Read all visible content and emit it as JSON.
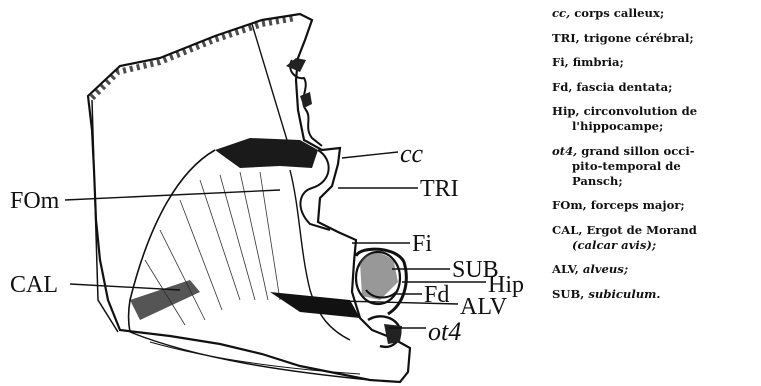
{
  "figure": {
    "labels": {
      "cc": "cc",
      "tri": "TRI",
      "fom": "FOm",
      "fi": "Fi",
      "sub": "SUB",
      "hip": "Hip",
      "cal": "CAL",
      "fd": "Fd",
      "alv": "ALV",
      "ot4": "ot4"
    }
  },
  "legend": {
    "items": [
      {
        "abbr": "cc,",
        "text": "corps calleux;"
      },
      {
        "abbr": "TRI,",
        "text": "trigone cérébral;"
      },
      {
        "abbr": "Fi,",
        "text": "fimbria;"
      },
      {
        "abbr": "Fd,",
        "text": "fascia dentata;"
      },
      {
        "abbr": "Hip,",
        "text": "circonvolution de",
        "text2": "l'hippocampe;"
      },
      {
        "abbr": "ot4,",
        "text": "grand sillon occi-",
        "text2": "pito-temporal de",
        "text3": "Pansch;"
      },
      {
        "abbr": "FOm,",
        "text": "forceps major;"
      },
      {
        "abbr": "CAL,",
        "text": "Ergot de Morand",
        "text2": "(calcar avis);"
      },
      {
        "abbr": "ALV,",
        "text": "alveus;"
      },
      {
        "abbr": "SUB,",
        "text": "subiculum."
      }
    ]
  }
}
